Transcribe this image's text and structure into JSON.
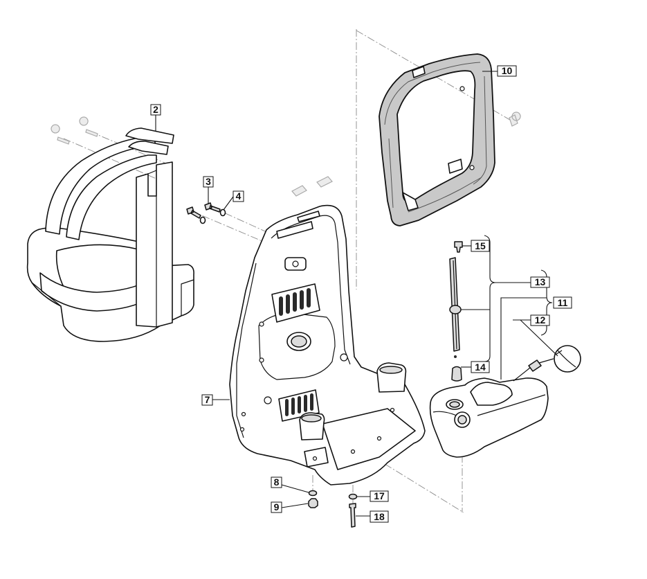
{
  "callouts": {
    "c2": "2",
    "c3": "3",
    "c4": "4",
    "c7": "7",
    "c8": "8",
    "c9": "9",
    "c10": "10",
    "c11": "11",
    "c12": "12",
    "c13": "13",
    "c14": "14",
    "c15": "15",
    "c17": "17",
    "c18": "18"
  },
  "colors": {
    "ink": "#111111",
    "background": "#ffffff",
    "shade": "#c9c9c9",
    "ghost": "#a9a9a9"
  }
}
